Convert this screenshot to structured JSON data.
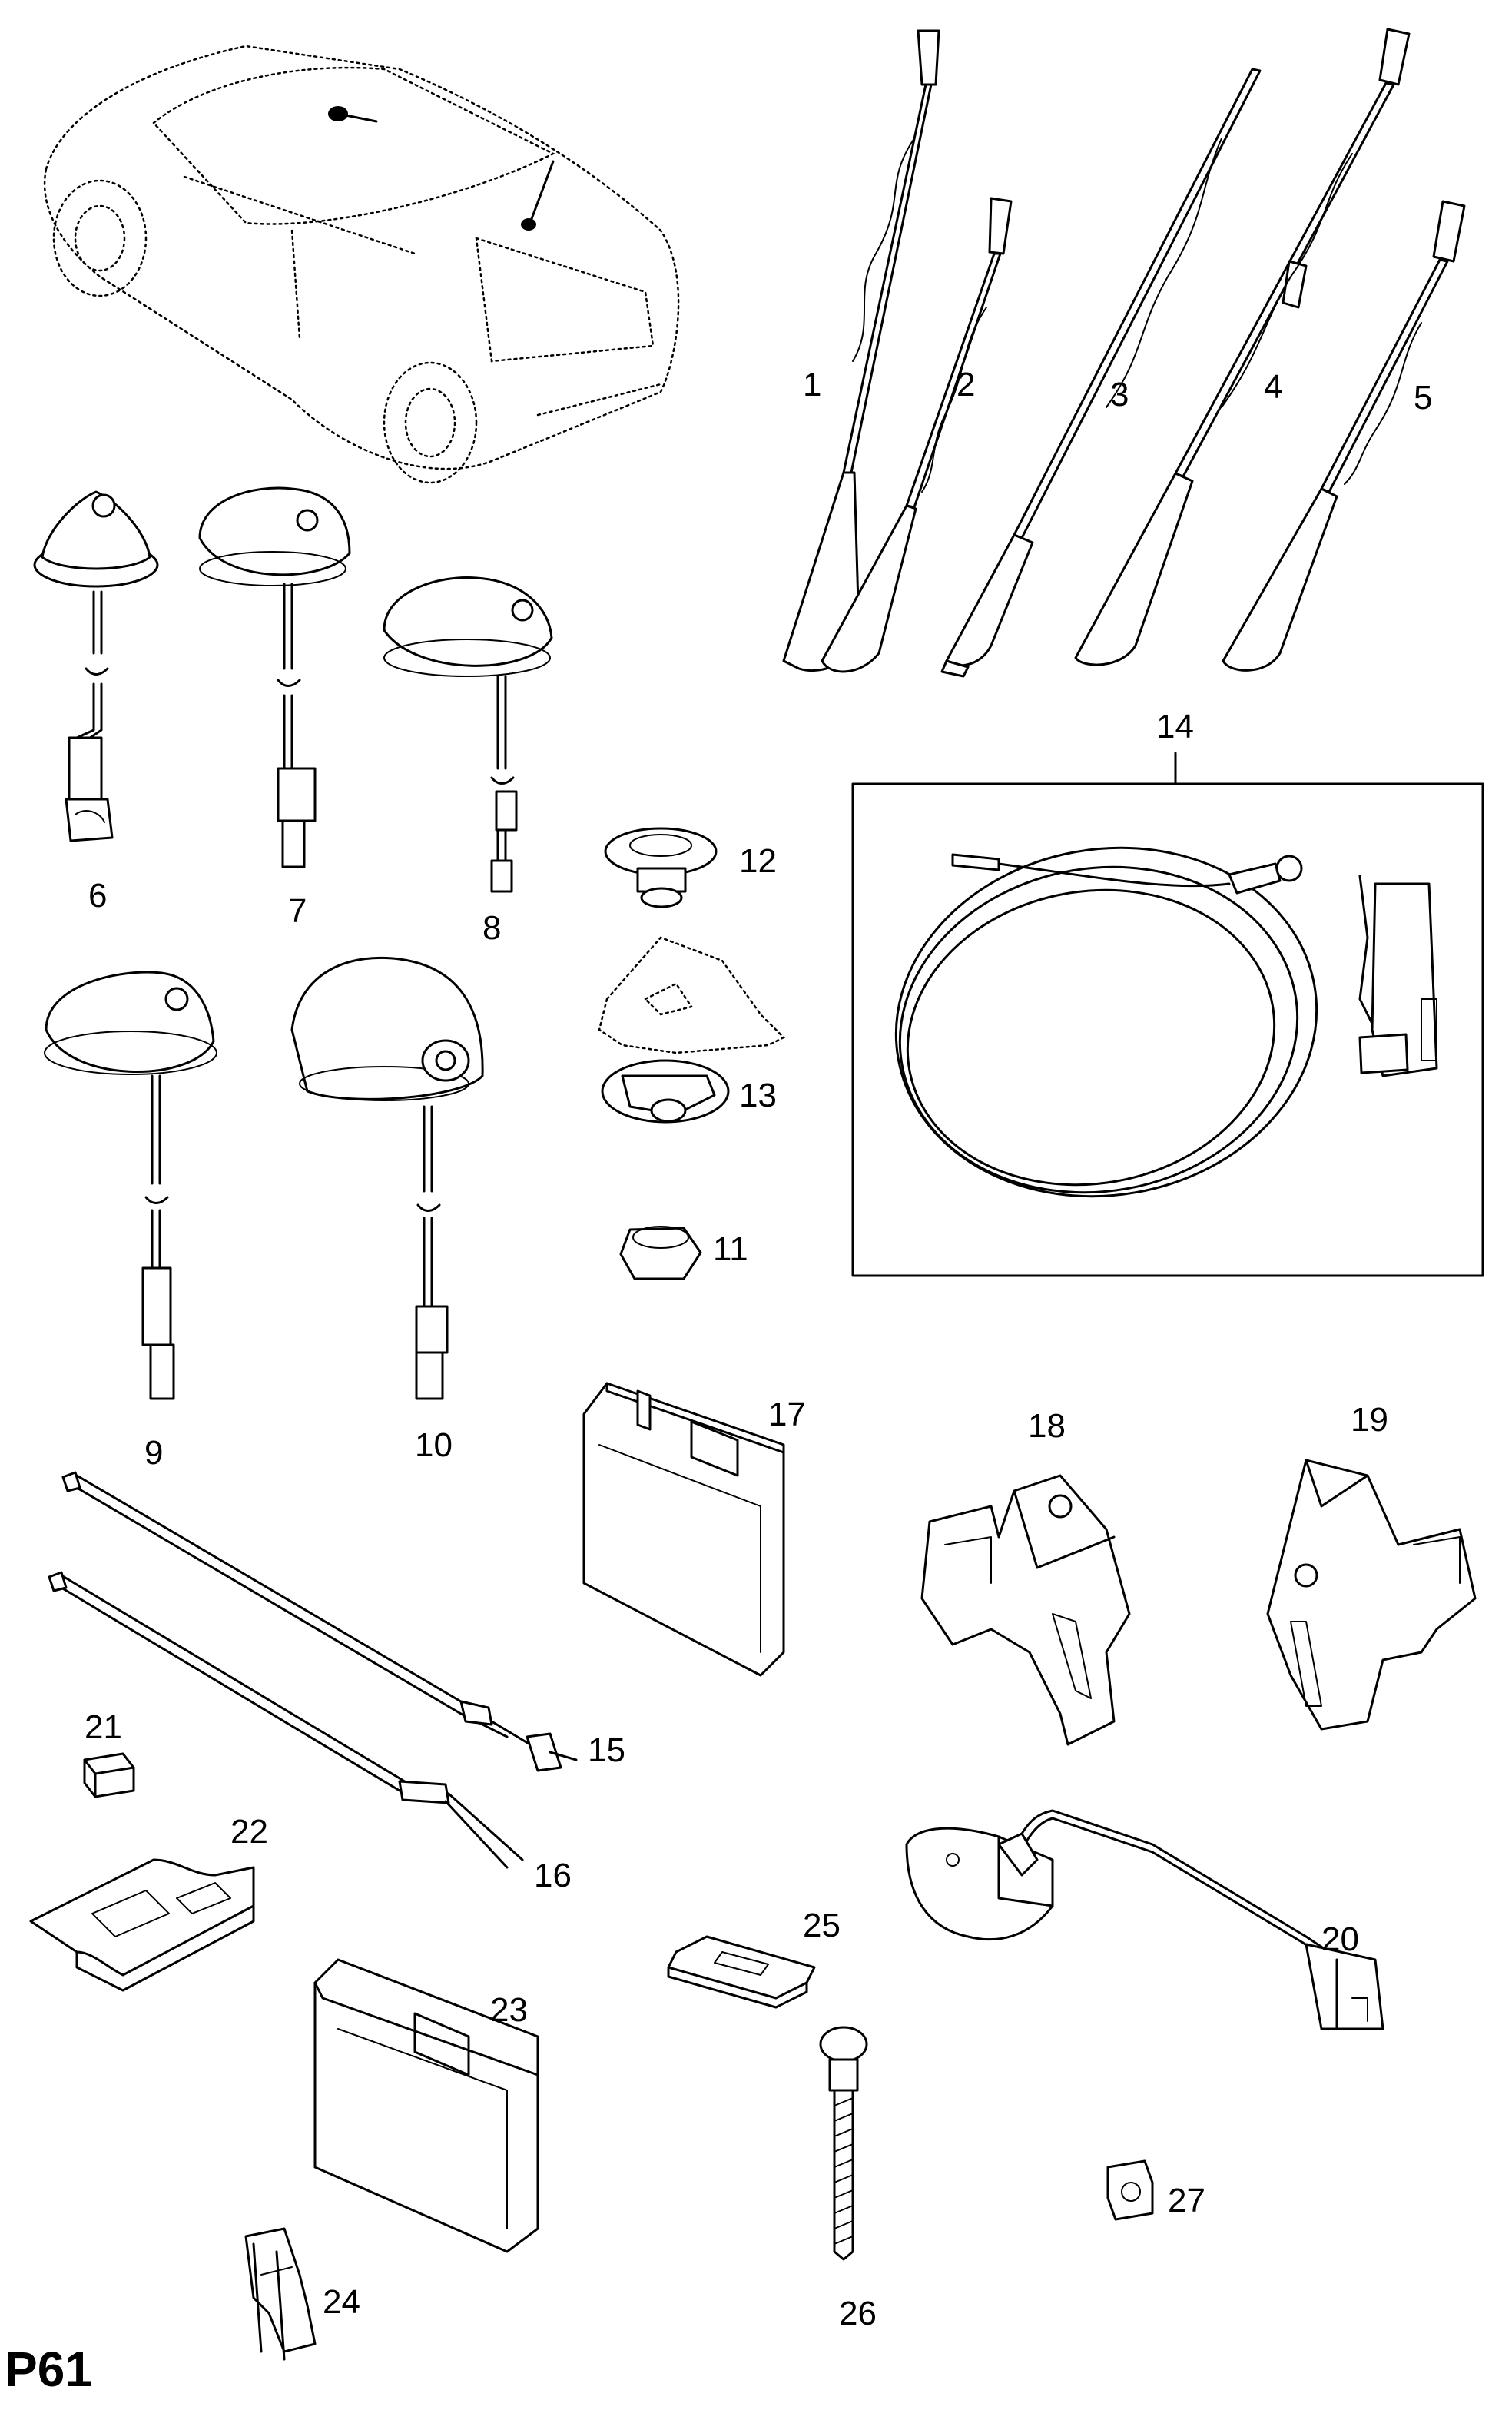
{
  "page_code": "P61",
  "callouts": [
    {
      "id": "1",
      "label": "1"
    },
    {
      "id": "2",
      "label": "2"
    },
    {
      "id": "3",
      "label": "3"
    },
    {
      "id": "4",
      "label": "4"
    },
    {
      "id": "5",
      "label": "5"
    },
    {
      "id": "6",
      "label": "6"
    },
    {
      "id": "7",
      "label": "7"
    },
    {
      "id": "8",
      "label": "8"
    },
    {
      "id": "9",
      "label": "9"
    },
    {
      "id": "10",
      "label": "10"
    },
    {
      "id": "11",
      "label": "11"
    },
    {
      "id": "12",
      "label": "12"
    },
    {
      "id": "13",
      "label": "13"
    },
    {
      "id": "14",
      "label": "14"
    },
    {
      "id": "15",
      "label": "15"
    },
    {
      "id": "16",
      "label": "16"
    },
    {
      "id": "17",
      "label": "17"
    },
    {
      "id": "18",
      "label": "18"
    },
    {
      "id": "19",
      "label": "19"
    },
    {
      "id": "20",
      "label": "20"
    },
    {
      "id": "21",
      "label": "21"
    },
    {
      "id": "22",
      "label": "22"
    },
    {
      "id": "23",
      "label": "23"
    },
    {
      "id": "24",
      "label": "24"
    },
    {
      "id": "25",
      "label": "25"
    },
    {
      "id": "26",
      "label": "26"
    },
    {
      "id": "27",
      "label": "27"
    }
  ]
}
